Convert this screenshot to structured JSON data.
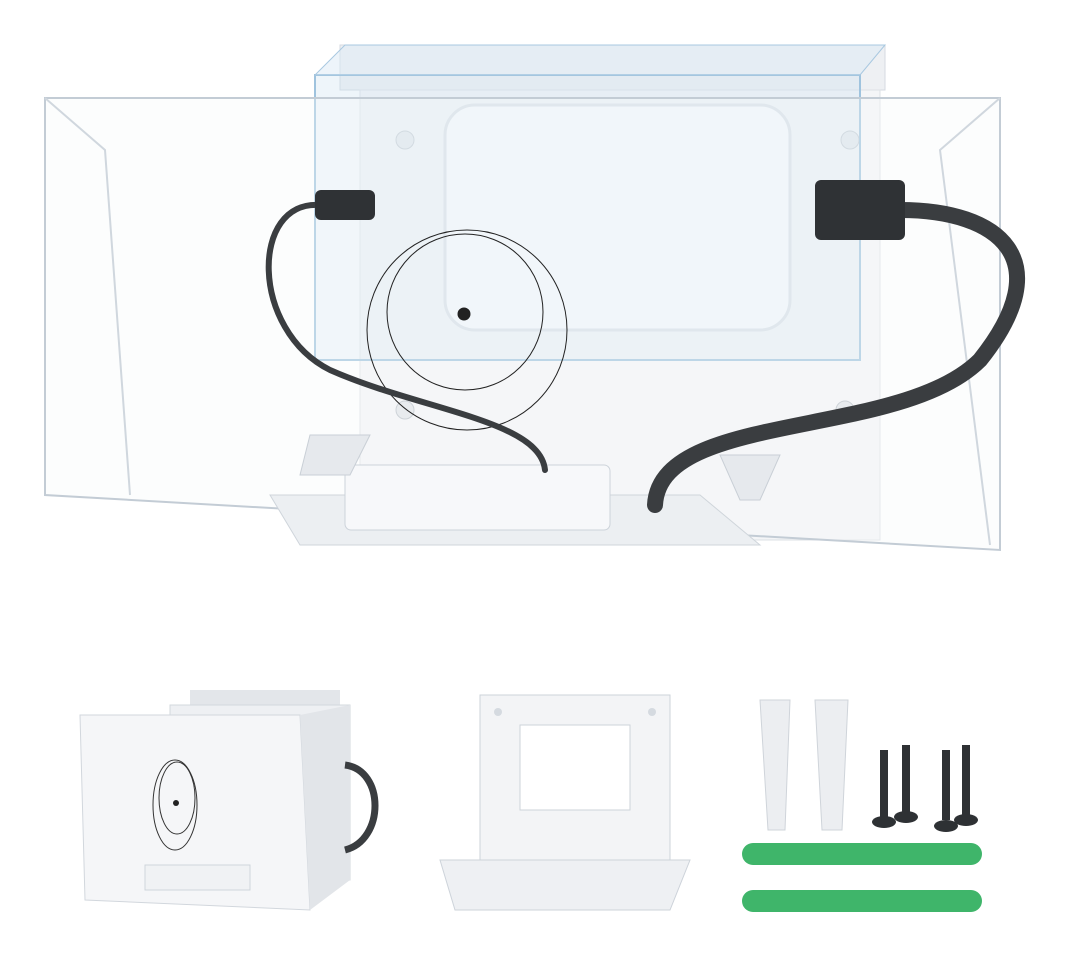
{
  "scene": {
    "subject": "outlet-cover-kit",
    "components": [
      "clear-cover",
      "mounting-plate",
      "power-cord",
      "wall-anchors",
      "screws",
      "cable-ties"
    ]
  },
  "colors": {
    "background": "#ffffff",
    "plastic": "#f2f3f5",
    "clear_edge": "#b9c6d2",
    "blue_tint": "#cfe3f2",
    "cord": "#3a3d40",
    "screw": "#2e3134",
    "cable_tie": "#3fb56a"
  }
}
